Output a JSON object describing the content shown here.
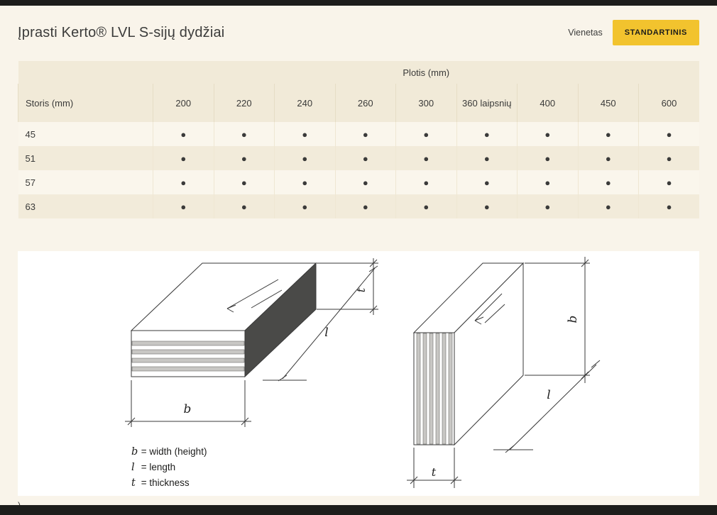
{
  "page": {
    "background": "#f9f4ea",
    "bar_color": "#1d1d1b"
  },
  "header": {
    "title": "Įprasti Kerto® LVL S-sijų dydžiai",
    "unit_label": "Vienetas",
    "unit_button_label": "STANDARTINIS",
    "unit_button_color": "#f2c32e"
  },
  "table": {
    "group_header": "Plotis (mm)",
    "row_header_label": "Storis (mm)",
    "columns": [
      "200",
      "220",
      "240",
      "260",
      "300",
      "360 laipsnių",
      "400",
      "450",
      "600"
    ],
    "rows": [
      {
        "thickness": "45",
        "available": [
          true,
          true,
          true,
          true,
          true,
          true,
          true,
          true,
          true
        ]
      },
      {
        "thickness": "51",
        "available": [
          true,
          true,
          true,
          true,
          true,
          true,
          true,
          true,
          true
        ]
      },
      {
        "thickness": "57",
        "available": [
          true,
          true,
          true,
          true,
          true,
          true,
          true,
          true,
          true
        ]
      },
      {
        "thickness": "63",
        "available": [
          true,
          true,
          true,
          true,
          true,
          true,
          true,
          true,
          true
        ]
      }
    ],
    "dot_symbol": "●"
  },
  "diagrams": {
    "flat_beam": {
      "dim_t": "t",
      "dim_l": "l",
      "dim_b": "b"
    },
    "edge_beam": {
      "dim_b": "b",
      "dim_l": "l",
      "dim_t": "t"
    },
    "legend": [
      {
        "symbol": "b",
        "text": "= width (height)"
      },
      {
        "symbol": "l",
        "text": "= length"
      },
      {
        "symbol": "t",
        "text": "= thickness"
      }
    ]
  },
  "footer": {
    "stray_text": ")"
  }
}
